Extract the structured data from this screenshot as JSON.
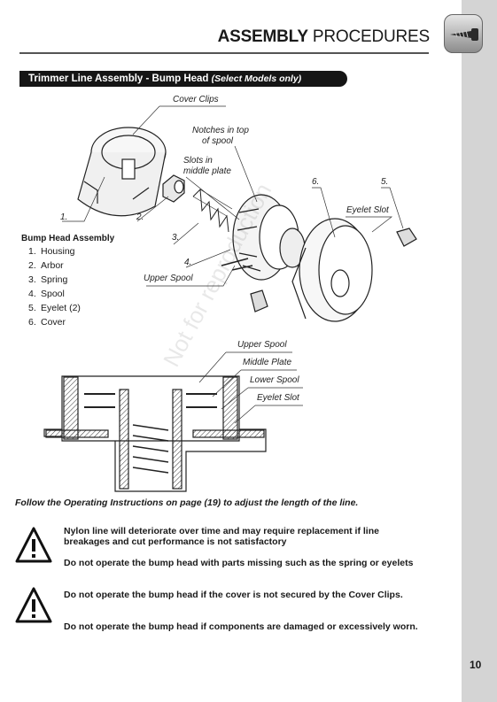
{
  "header": {
    "title_bold": "ASSEMBLY",
    "title_rest": "PROCEDURES",
    "page_number": "10"
  },
  "banner": {
    "title": "Trimmer Line Assembly - Bump Head",
    "note": "(Select Models only)"
  },
  "diagram_labels": {
    "cover_clips": "Cover Clips",
    "notches_1": "Notches in top",
    "notches_2": "of spool",
    "slots_1": "Slots in",
    "slots_2": "middle plate",
    "eyelet_slot": "Eyelet Slot",
    "upper_spool": "Upper Spool",
    "n1": "1.",
    "n2": "2.",
    "n3": "3.",
    "n4": "4.",
    "n5": "5.",
    "n6": "6."
  },
  "section_labels": {
    "upper_spool": "Upper Spool",
    "middle_plate": "Middle Plate",
    "lower_spool": "Lower Spool",
    "eyelet_slot": "Eyelet Slot"
  },
  "parts": {
    "title": "Bump Head Assembly",
    "items": [
      {
        "num": "1.",
        "name": "Housing"
      },
      {
        "num": "2.",
        "name": "Arbor"
      },
      {
        "num": "3.",
        "name": "Spring"
      },
      {
        "num": "4.",
        "name": "Spool"
      },
      {
        "num": "5.",
        "name": "Eyelet (2)"
      },
      {
        "num": "6.",
        "name": "Cover"
      }
    ]
  },
  "instruction": "Follow the Operating Instructions on page (19) to adjust the length of the line.",
  "warnings": [
    {
      "icon": "warning-triangle-icon",
      "lines": [
        "Nylon line will deteriorate over time and may require replacement if line breakages and cut performance is not satisfactory",
        "Do not operate the bump head with parts missing such as the spring or eyelets"
      ]
    },
    {
      "icon": "warning-triangle-icon",
      "lines": [
        "Do not operate the bump head if the cover is not secured by the Cover Clips.",
        "Do not operate the bump head if components are damaged or excessively worn."
      ]
    }
  ],
  "watermark": "Not for reproduction"
}
